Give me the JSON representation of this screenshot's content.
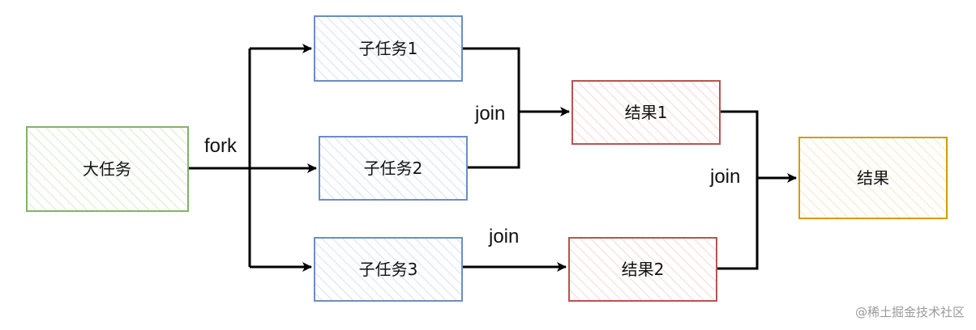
{
  "nodes": {
    "big_task": {
      "label": "大任务",
      "stroke": "#82b366",
      "hatch": "#cfe5c0"
    },
    "subtask_1": {
      "label": "子任务1",
      "stroke": "#6c8ebf",
      "hatch": "#c9d9ee"
    },
    "subtask_2": {
      "label": "子任务2",
      "stroke": "#6c8ebf",
      "hatch": "#c9d9ee"
    },
    "subtask_3": {
      "label": "子任务3",
      "stroke": "#6c8ebf",
      "hatch": "#c9d9ee"
    },
    "result_1": {
      "label": "结果1",
      "stroke": "#b85450",
      "hatch": "#f2cccc"
    },
    "result_2": {
      "label": "结果2",
      "stroke": "#b85450",
      "hatch": "#f2cccc"
    },
    "result": {
      "label": "结果",
      "stroke": "#d79b00",
      "hatch": "#f7e2b0"
    }
  },
  "edge_labels": {
    "fork": "fork",
    "join_top": "join",
    "join_bottom": "join",
    "join_final": "join"
  },
  "watermark": "@稀土掘金技术社区"
}
